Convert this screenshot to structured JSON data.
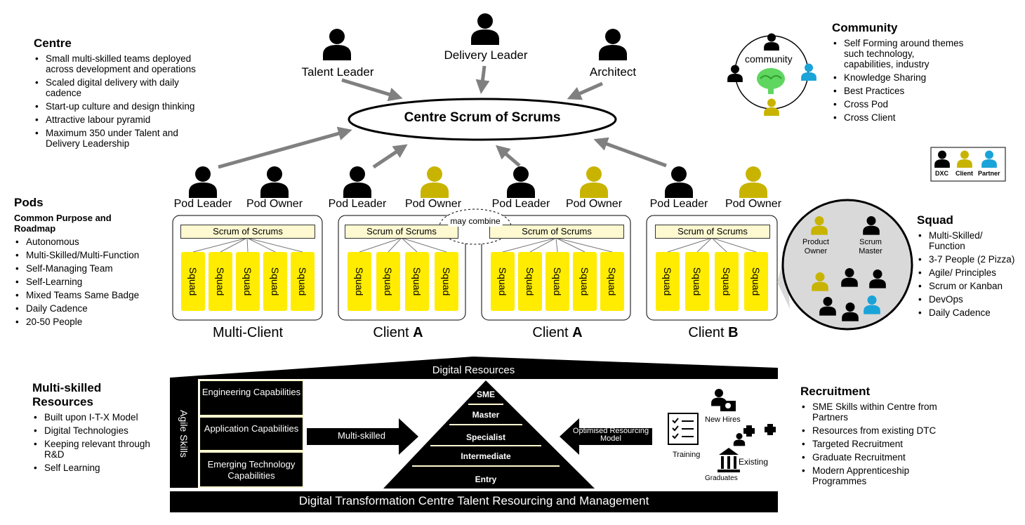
{
  "centre": {
    "title": "Centre",
    "bullets": [
      "Small multi-skilled teams deployed across development and operations",
      "Scaled digital delivery with daily cadence",
      "Start-up culture and design thinking",
      "Attractive labour pyramid",
      "Maximum  350 under Talent and Delivery Leadership"
    ]
  },
  "roles": {
    "talent_leader": "Talent Leader",
    "delivery_leader": "Delivery Leader",
    "architect": "Architect"
  },
  "centre_sos": "Centre Scrum of Scrums",
  "community": {
    "title": "Community",
    "circle_label": "community",
    "bullets": [
      "Self Forming around themes such technology, capabilities, industry",
      "Knowledge Sharing",
      "Best Practices",
      "Cross Pod",
      "Cross Client"
    ]
  },
  "legend": {
    "items": [
      "DXC",
      "Client",
      "Partner"
    ]
  },
  "colors": {
    "dxc": "#000000",
    "client": "#c8b400",
    "partner": "#1aa3d8",
    "squad": "#ffec00"
  },
  "pods": {
    "title": "Pods",
    "subtitle": "Common Purpose and Roadmap",
    "bullets": [
      "Autonomous",
      "Multi-Skilled/Multi-Function",
      "Self-Managing Team",
      "Self-Learning",
      "Mixed Teams Same Badge",
      "Daily Cadence",
      "20-50 People"
    ]
  },
  "pod_labels": {
    "leader": "Pod Leader",
    "owner": "Pod Owner",
    "scrum_of_scrums": "Scrum of Scrums",
    "squad": "Squad",
    "may_combine": "may combine"
  },
  "clients": {
    "multi": "Multi-Client",
    "client_prefix": "Client",
    "a": "A",
    "b": "B"
  },
  "squad_panel": {
    "title": "Squad",
    "product_owner": "Product Owner",
    "scrum_master": "Scrum Master",
    "bullets": [
      "Multi-Skilled/ Function",
      "3-7 People (2 Pizza)",
      "Agile/ Principles",
      "Scrum or Kanban",
      "DevOps",
      "Daily Cadence"
    ]
  },
  "resources": {
    "title": "Multi-skilled Resources",
    "bullets": [
      "Built upon I-T-X Model",
      "Digital Technologies",
      "Keeping relevant through R&D",
      "Self Learning"
    ]
  },
  "digital": {
    "header": "Digital Resources",
    "agile": "Agile Skills",
    "capabilities": [
      "Engineering Capabilities",
      "Application Capabilities",
      "Emerging Technology Capabilities"
    ],
    "multi_skilled": "Multi-skilled",
    "optimised": "Optimised Resourcing Model",
    "levels": [
      "SME",
      "Master",
      "Specialist",
      "Intermediate",
      "Entry"
    ],
    "footer": "Digital Transformation Centre Talent Resourcing and Management",
    "icons": {
      "new_hires": "New Hires",
      "training": "Training",
      "existing": "Existing",
      "graduates": "Graduates"
    }
  },
  "recruitment": {
    "title": "Recruitment",
    "bullets": [
      "SME Skills within Centre from Partners",
      "Resources from existing DTC",
      "Targeted Recruitment",
      "Graduate Recruitment",
      "Modern Apprenticeship Programmes"
    ]
  }
}
